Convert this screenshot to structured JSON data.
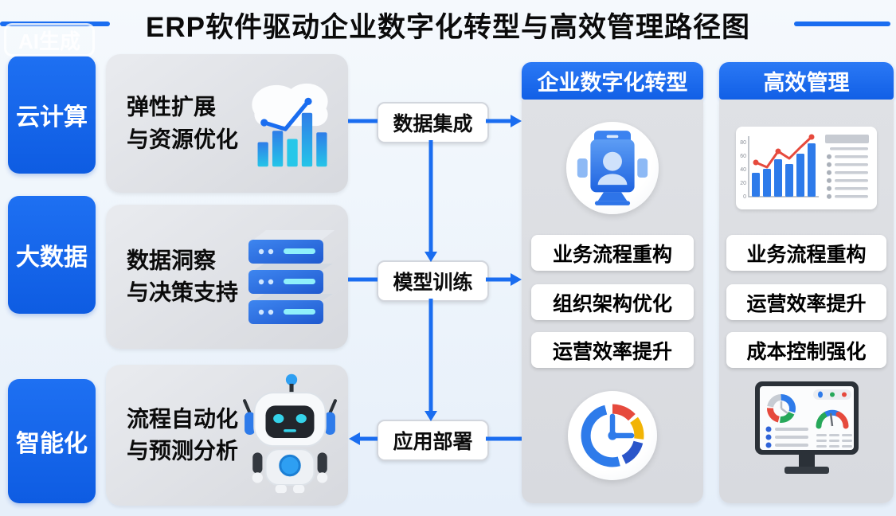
{
  "watermark": "AI生成",
  "title": "ERP软件驱动企业数字化转型与高效管理路径图",
  "colors": {
    "accent_blue": "#1a6df0",
    "header_blue": "#1f6bf0",
    "panel_gray": "#dcdee3",
    "red": "#e64a3d",
    "yellow": "#f2b405",
    "cyan": "#35d3ea"
  },
  "sidebar": {
    "items": [
      {
        "label": "云计算"
      },
      {
        "label": "大数据"
      },
      {
        "label": "智能化"
      }
    ]
  },
  "features": [
    {
      "line1": "弹性扩展",
      "line2": "与资源优化",
      "icon": "cloud-bar-chart-icon"
    },
    {
      "line1": "数据洞察",
      "line2": "与决策支持",
      "icon": "server-stack-icon"
    },
    {
      "line1": "流程自动化",
      "line2": "与预测分析",
      "icon": "robot-icon"
    }
  ],
  "flow": [
    {
      "label": "数据集成"
    },
    {
      "label": "模型训练"
    },
    {
      "label": "应用部署"
    }
  ],
  "columns": [
    {
      "header": "企业数字化转型",
      "top_icon": "digital-terminal-icon",
      "items": [
        "业务流程重构",
        "组织架构优化",
        "运营效率提升"
      ],
      "bottom_icon": "clock-ring-icon"
    },
    {
      "header": "高效管理",
      "top_icon": "bar-line-chart-icon",
      "items": [
        "业务流程重构",
        "运营效率提升",
        "成本控制强化"
      ],
      "bottom_icon": "dashboard-monitor-icon",
      "mini_chart": {
        "type": "bar+line",
        "yticks": [
          "80",
          "60",
          "40",
          "20",
          "0"
        ],
        "bar_values": [
          32,
          38,
          50,
          44,
          58,
          72
        ],
        "line_values": [
          48,
          41,
          62,
          52,
          68,
          82
        ]
      }
    }
  ]
}
